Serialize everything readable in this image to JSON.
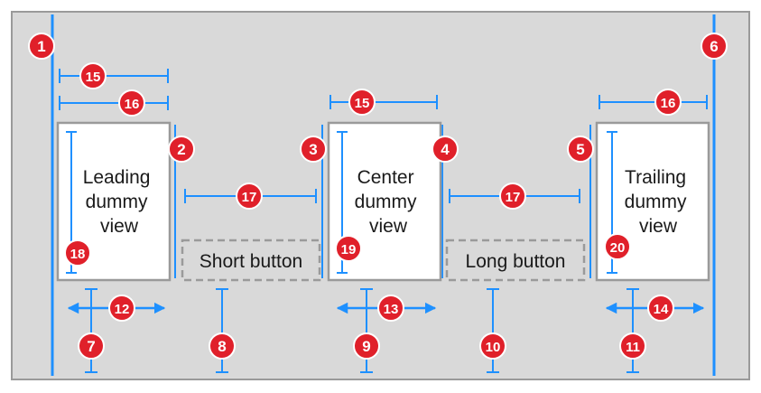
{
  "colors": {
    "background": "#d9d9d9",
    "frame": "#9a9a9a",
    "guide": "#1e90ff",
    "badge": "#e0202a",
    "badge_text": "#ffffff",
    "view_border": "#9a9a9a",
    "view_fill": "#ffffff",
    "button_border": "#9a9a9a",
    "text": "#1a1a1a"
  },
  "views": {
    "leading": [
      "Leading",
      "dummy",
      "view"
    ],
    "center": [
      "Center",
      "dummy",
      "view"
    ],
    "trailing": [
      "Trailing",
      "dummy",
      "view"
    ]
  },
  "buttons": {
    "short": "Short button",
    "long": "Long button"
  },
  "badges": [
    "1",
    "2",
    "3",
    "4",
    "5",
    "6",
    "7",
    "8",
    "9",
    "10",
    "11",
    "12",
    "13",
    "14",
    "15",
    "16",
    "17",
    "18",
    "19",
    "20"
  ]
}
